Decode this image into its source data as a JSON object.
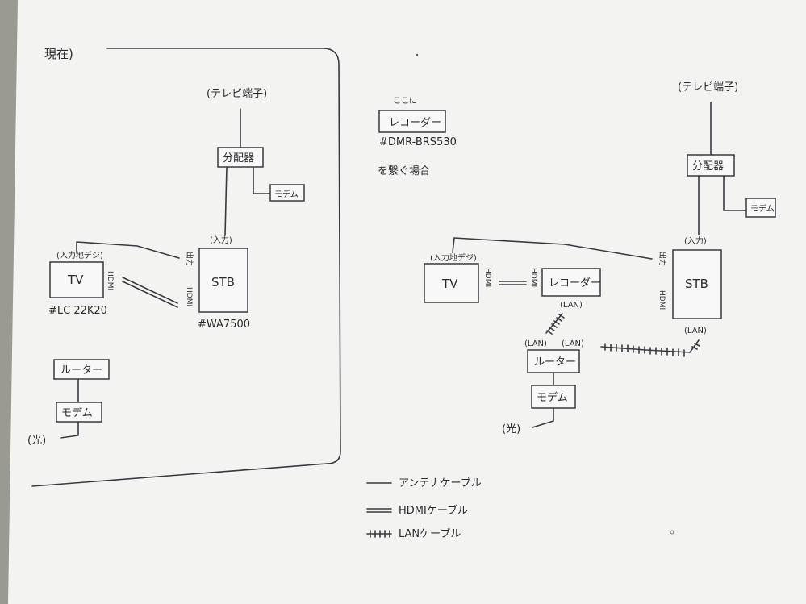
{
  "current": {
    "title": "現在)",
    "tv_terminal": "(テレビ端子)",
    "splitter": "分配器",
    "modem_tv": "モデム",
    "input": "(入力)",
    "tv_input": "(入力地デジ)",
    "tv": "TV",
    "tv_hdmi": "HDMI",
    "tv_model": "#LC 22K20",
    "stb_out": "出力",
    "stb_hdmi": "HDMI",
    "stb": "STB",
    "stb_model": "#WA7500",
    "router": "ルーター",
    "modem": "モデム",
    "fiber": "(光)"
  },
  "proposal": {
    "here": "ここに",
    "recorder": "レコーダー",
    "recorder_model": "#DMR-BRS530",
    "connect_note": "を繋ぐ場合",
    "tv_terminal": "(テレビ端子)",
    "splitter": "分配器",
    "modem_tv": "モデム",
    "input": "(入力)",
    "tv_input": "(入力地デジ)",
    "tv": "TV",
    "tv_hdmi": "HDMI",
    "rec_hdmi": "HDMI",
    "recorder_box": "レコーダー",
    "rec_lan": "(LAN)",
    "stb_out": "出力",
    "stb_hdmi": "HDMI",
    "stb": "STB",
    "stb_lan": "(LAN)",
    "router_lan1": "(LAN)",
    "router_lan2": "(LAN)",
    "router": "ルーター",
    "modem": "モデム",
    "fiber": "(光)"
  },
  "legend": {
    "antenna": "アンテナケーブル",
    "hdmi": "HDMIケーブル",
    "lan": "LANケーブル"
  }
}
